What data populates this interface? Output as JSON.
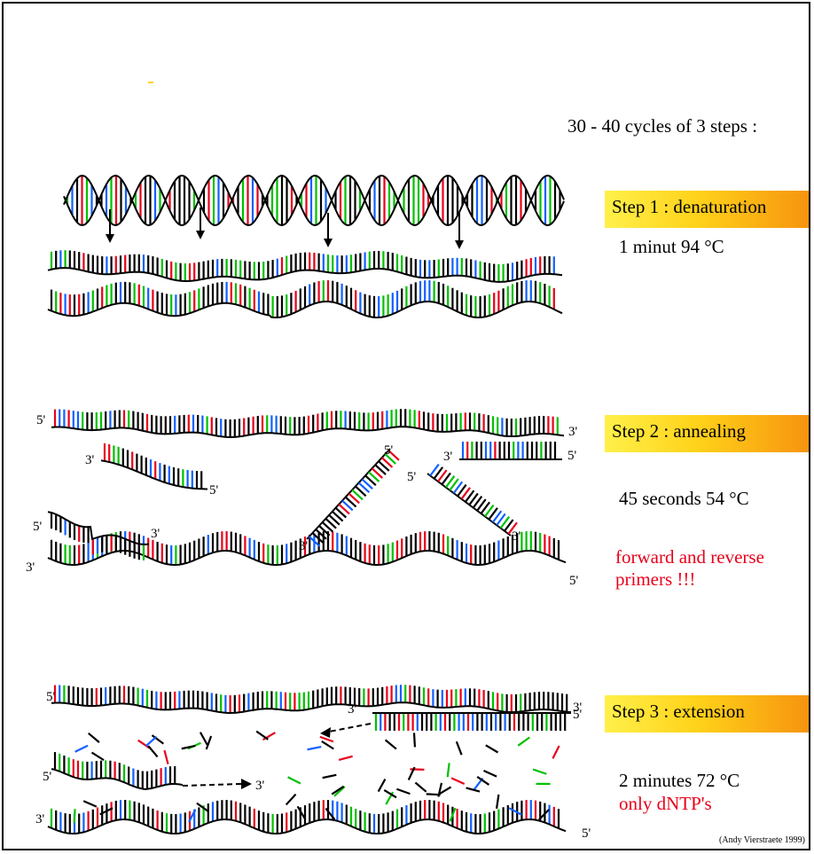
{
  "cycles_label": "30 - 40 cycles of 3 steps :",
  "steps": [
    {
      "title": "Step 1 : denaturation",
      "condition": "1 minut 94 °C"
    },
    {
      "title": "Step 2 : annealing",
      "condition": "45 seconds 54 °C",
      "note": "forward and reverse primers !!!"
    },
    {
      "title": "Step 3 : extension",
      "condition": "2 minutes 72 °C",
      "note": "only dNTP's"
    }
  ],
  "end_labels": {
    "five": "5'",
    "three": "3'"
  },
  "credit": "(Andy Vierstraete 1999)",
  "colors": {
    "base_black": "#000000",
    "base_red": "#e8001a",
    "base_green": "#00c000",
    "base_blue": "#1060ff",
    "step_banner_start": "#fff04a",
    "step_banner_end": "#f6930e"
  }
}
